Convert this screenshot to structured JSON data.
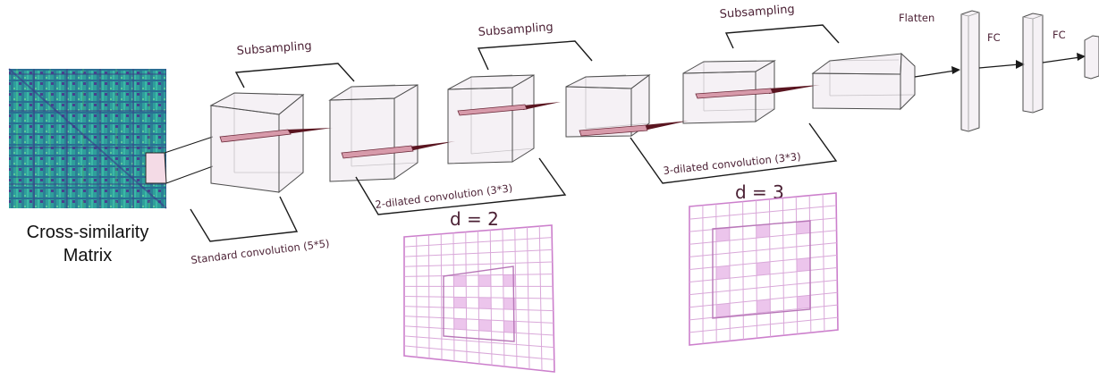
{
  "diagram": {
    "input_caption_line1": "Cross-similarity",
    "input_caption_line2": "Matrix",
    "subsampling_1": "Subsampling",
    "subsampling_2": "Subsampling",
    "subsampling_3": "Subsampling",
    "standard_conv": "Standard convolution (5*5)",
    "dilated2_conv": "2-dilated convolution (3*3)",
    "dilated3_conv": "3-dilated convolution (3*3)",
    "flatten": "Flatten",
    "fc_1": "FC",
    "fc_2": "FC",
    "d2_label": "d = 2",
    "d3_label": "d = 3"
  },
  "colors": {
    "matrix_base": "#2aa3a0",
    "grid_accent": "#cc7fcc",
    "text": "#4a1f33"
  }
}
